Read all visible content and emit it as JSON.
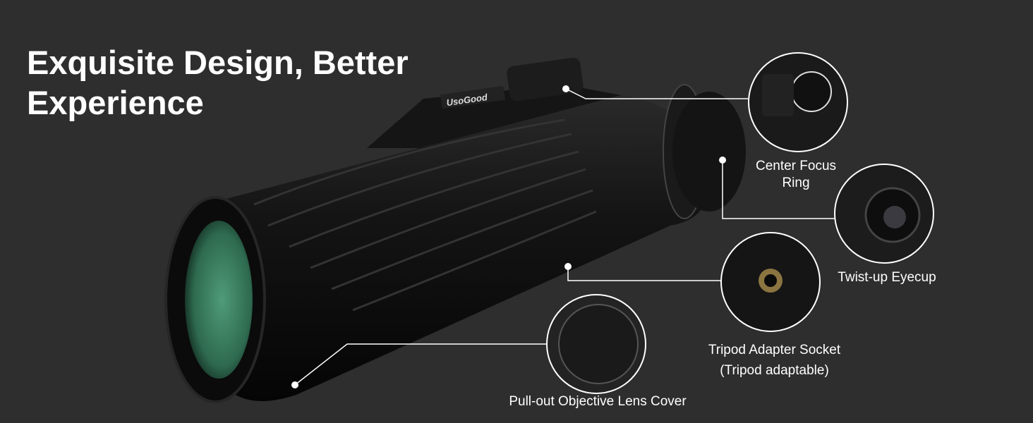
{
  "title": {
    "line1": "Exquisite Design, Better",
    "line2": "Experience"
  },
  "brand_logo": "UsoGood",
  "callouts": {
    "focus": {
      "line1": "Center Focus",
      "line2": "Ring"
    },
    "eyecup": {
      "label": "Twist-up Eyecup"
    },
    "socket": {
      "line1": "Tripod Adapter Socket",
      "line2": "(Tripod adaptable)"
    },
    "cover": {
      "label": "Pull-out Objective Lens Cover"
    }
  },
  "colors": {
    "background": "#2e2e2e",
    "lens": "#3f8a6a",
    "text": "#ffffff"
  }
}
